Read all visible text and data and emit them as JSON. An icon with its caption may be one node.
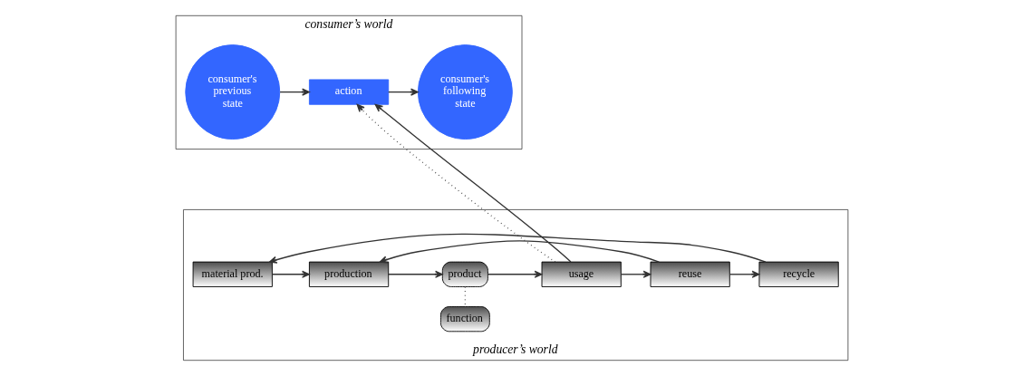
{
  "diagram": {
    "nodes": [
      {
        "text": [
          "consumer’s world"
        ]
      },
      {
        "text": [
          "consumer's previous state"
        ],
        "in": 0
      },
      {
        "text": [
          "action"
        ],
        "in": 0
      },
      {
        "text": [
          "consumer's following state"
        ],
        "in": 0
      },
      {
        "text": [
          "producer’s world"
        ]
      },
      {
        "text": [
          "material prod."
        ],
        "in": 4
      },
      {
        "text": [
          "production"
        ],
        "in": 4
      },
      {
        "text": [
          "product"
        ],
        "in": 4
      },
      {
        "text": [
          "usage"
        ],
        "in": 4
      },
      {
        "text": [
          "reuse"
        ],
        "in": 4
      },
      {
        "text": [
          "recycle"
        ],
        "in": 4
      },
      {
        "text": [
          "function"
        ],
        "in": 4
      }
    ],
    "edges": [
      {
        "from": 1,
        "to": 2,
        "arrow": "to"
      },
      {
        "from": 2,
        "to": 3,
        "arrow": "to"
      },
      {
        "from": 5,
        "to": 6,
        "arrow": "to"
      },
      {
        "from": 6,
        "to": 7,
        "arrow": "to"
      },
      {
        "from": 7,
        "to": 8,
        "arrow": "to"
      },
      {
        "from": 8,
        "to": 9,
        "arrow": "to"
      },
      {
        "from": 9,
        "to": 10,
        "arrow": "to"
      },
      {
        "from": 8,
        "to": 2,
        "arrow": "to",
        "style": "dashed"
      },
      {
        "from": 8,
        "to": 2,
        "arrow": "to"
      },
      {
        "from": 9,
        "to": 6,
        "arrow": "to"
      },
      {
        "from": 10,
        "to": 5,
        "arrow": "to"
      },
      {
        "from": 7,
        "to": 11,
        "arrow": "none",
        "style": "dashed"
      }
    ]
  }
}
